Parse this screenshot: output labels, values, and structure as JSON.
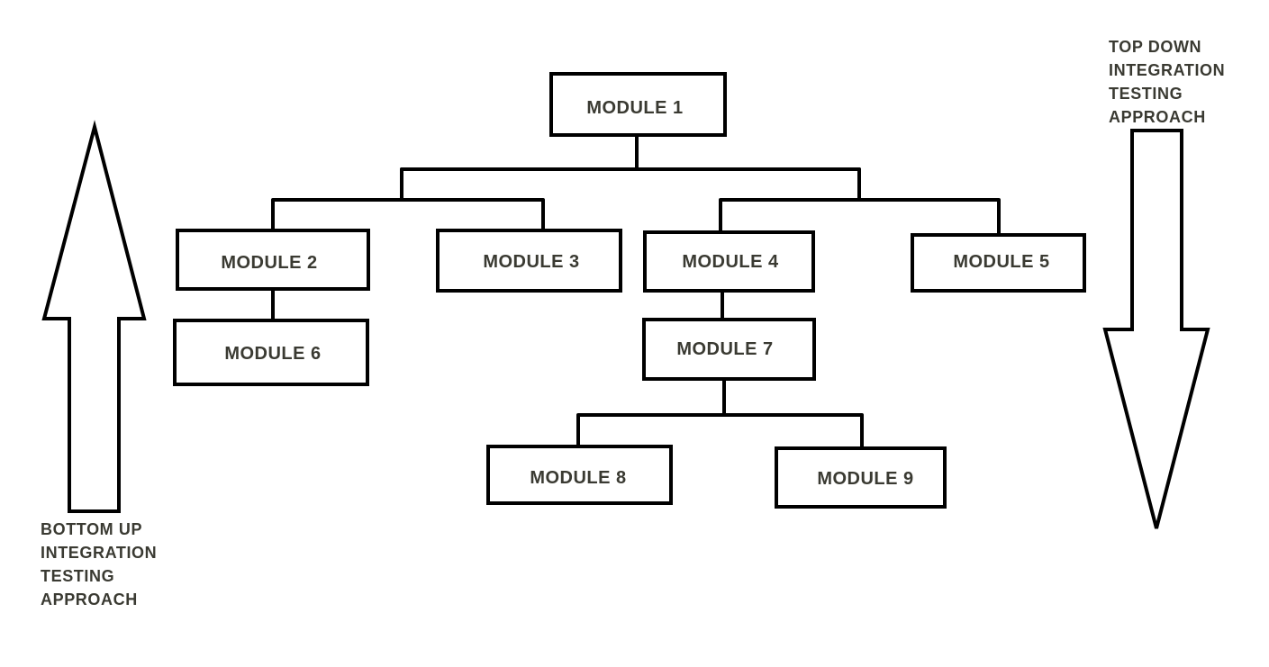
{
  "modules": [
    {
      "id": "m1",
      "label": "MODULE 1"
    },
    {
      "id": "m2",
      "label": "MODULE 2"
    },
    {
      "id": "m3",
      "label": "MODULE 3"
    },
    {
      "id": "m4",
      "label": "MODULE 4"
    },
    {
      "id": "m5",
      "label": "MODULE 5"
    },
    {
      "id": "m6",
      "label": "MODULE 6"
    },
    {
      "id": "m7",
      "label": "MODULE 7"
    },
    {
      "id": "m8",
      "label": "MODULE 8"
    },
    {
      "id": "m9",
      "label": "MODULE 9"
    }
  ],
  "edges": [
    {
      "from": "MODULE 1",
      "to": "MODULE 2"
    },
    {
      "from": "MODULE 1",
      "to": "MODULE 3"
    },
    {
      "from": "MODULE 1",
      "to": "MODULE 4"
    },
    {
      "from": "MODULE 1",
      "to": "MODULE 5"
    },
    {
      "from": "MODULE 2",
      "to": "MODULE 6"
    },
    {
      "from": "MODULE 4",
      "to": "MODULE 7"
    },
    {
      "from": "MODULE 7",
      "to": "MODULE 8"
    },
    {
      "from": "MODULE 7",
      "to": "MODULE 9"
    }
  ],
  "bottom_up": {
    "direction": "up",
    "label_lines": [
      "BOTTOM UP",
      "INTEGRATION",
      "TESTING",
      "APPROACH"
    ]
  },
  "top_down": {
    "direction": "down",
    "label_lines": [
      "TOP DOWN",
      "INTEGRATION",
      "TESTING",
      "APPROACH"
    ]
  }
}
